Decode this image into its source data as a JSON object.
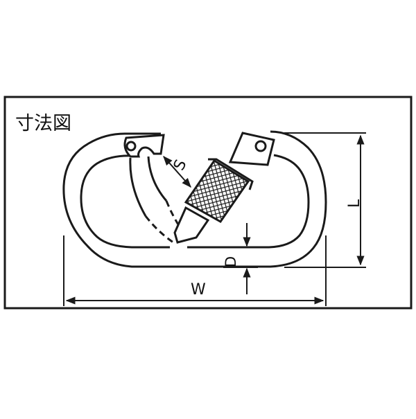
{
  "title": "寸法図",
  "dimensions": {
    "width": "W",
    "length": "L",
    "gate_opening": "S",
    "diameter": "D"
  },
  "colors": {
    "stroke": "#1a1a1a",
    "background": "#ffffff"
  }
}
